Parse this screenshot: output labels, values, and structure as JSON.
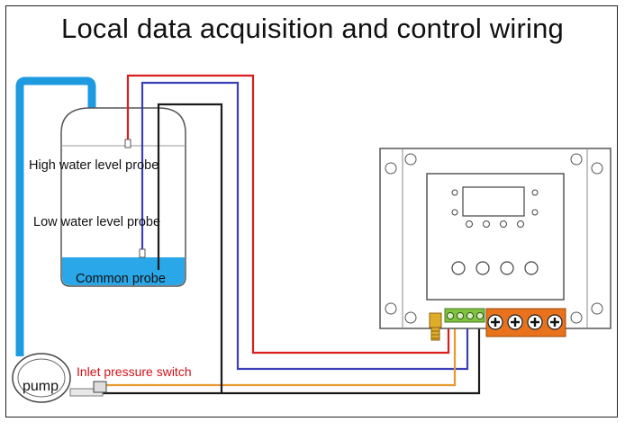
{
  "title": "Local data acquisition and control wiring",
  "labels": {
    "high_probe": "High water level probe",
    "low_probe": "Low water level probe",
    "common_probe": "Common probe",
    "pump": "pump",
    "inlet_switch": "Inlet pressure switch"
  },
  "colors": {
    "pipe": "#1e9be0",
    "water": "#2aa7e8",
    "red_wire": "#d81e1e",
    "blue_wire": "#3b3fb8",
    "black_wire": "#1a1a1a",
    "orange_wire": "#e69a2e",
    "green_terminal": "#7fc241",
    "orange_terminal": "#e9731c"
  },
  "icons": {
    "terminal_screw": "plus-screw-icon"
  }
}
